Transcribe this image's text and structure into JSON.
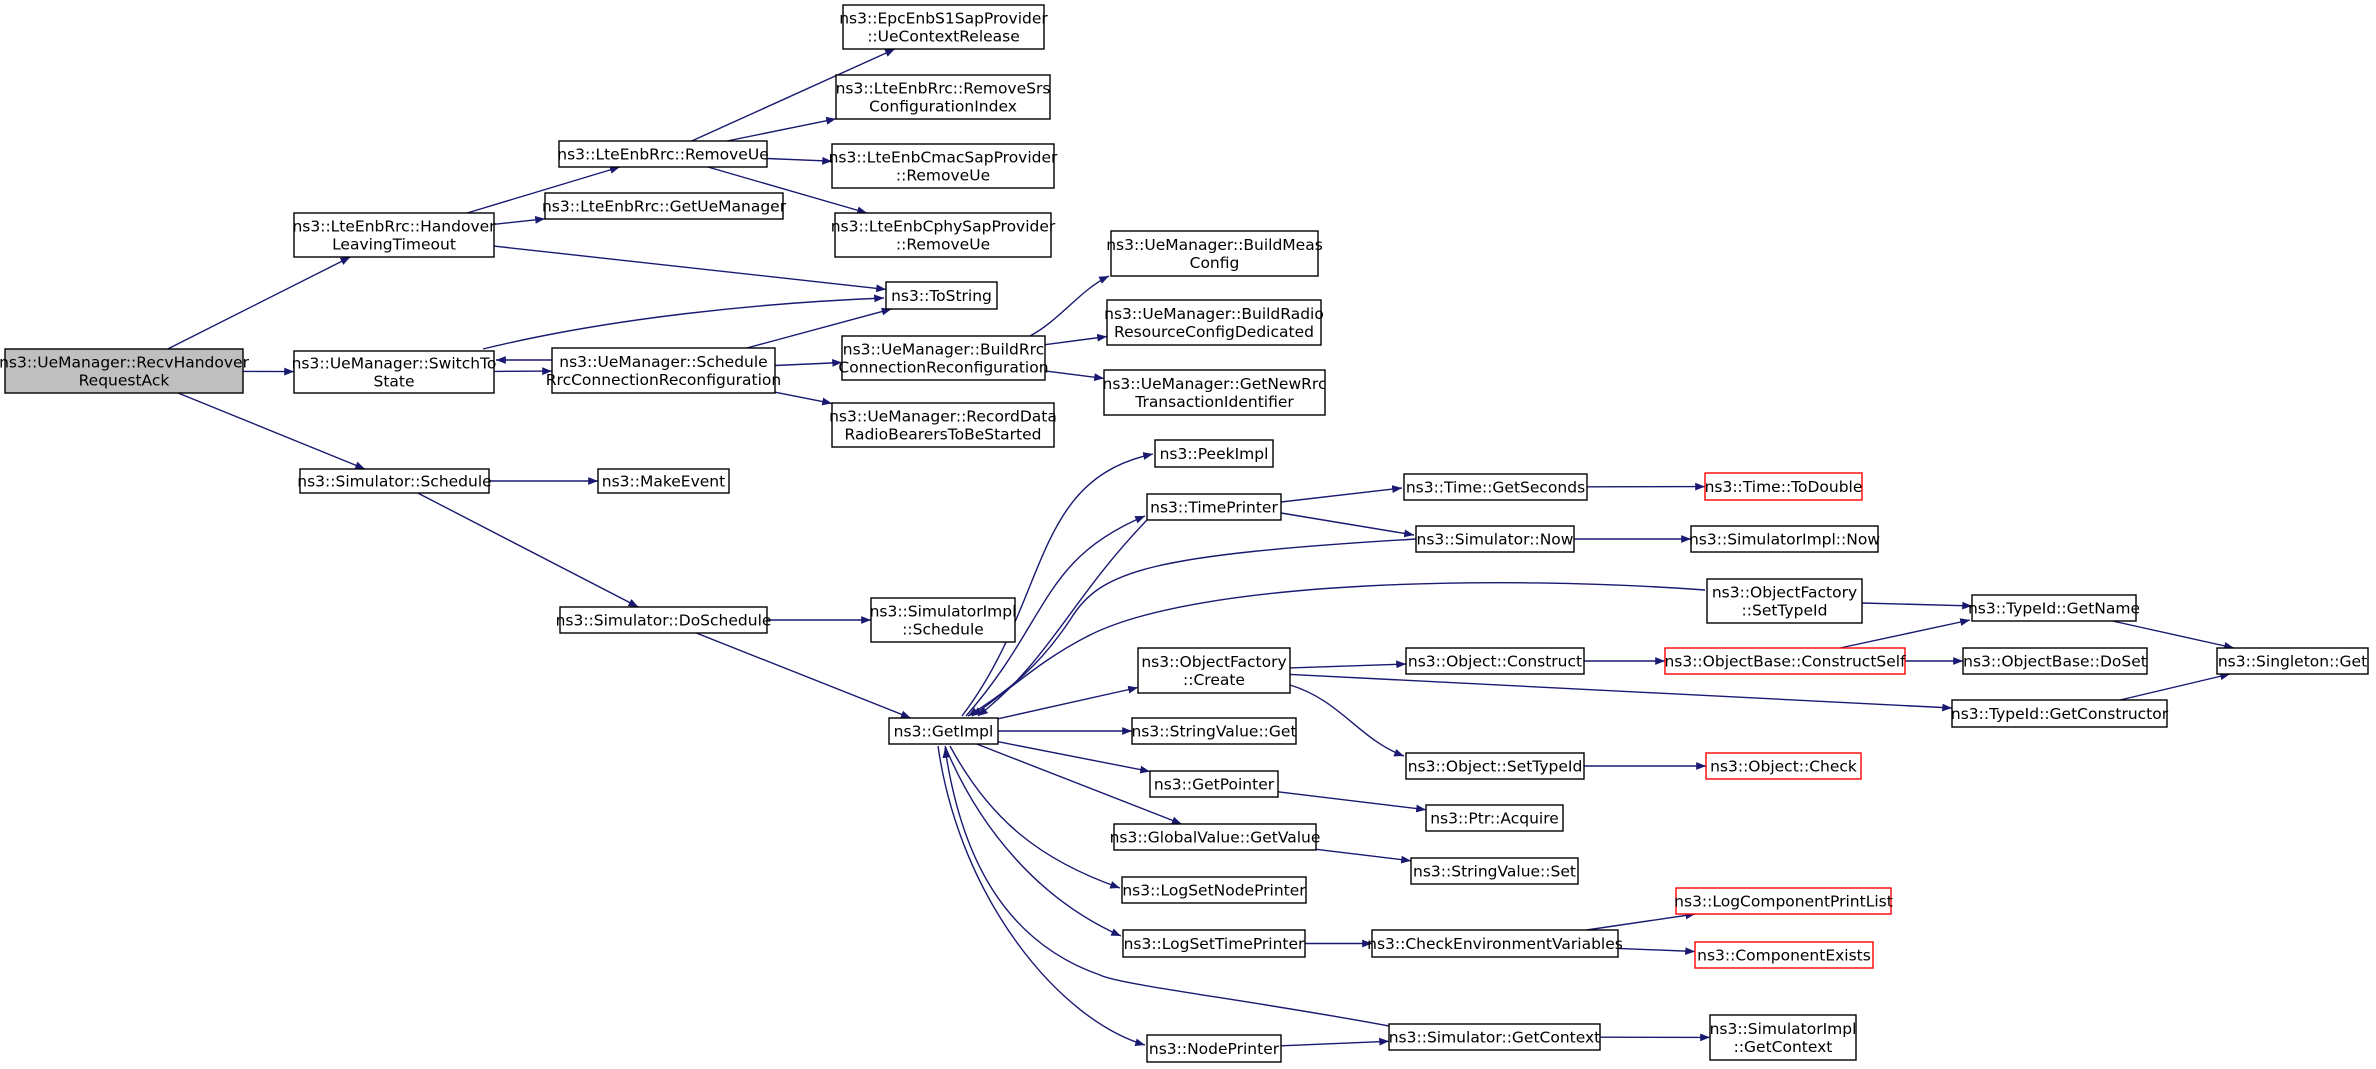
{
  "diagram": {
    "type": "call-graph",
    "colors": {
      "edge": "#191970",
      "node_border": "#000000",
      "root_fill": "#bfbfbf",
      "truncated_border": "#ff0000",
      "background": "#ffffff"
    },
    "nodes": [
      {
        "id": "recv",
        "lines": [
          "ns3::UeManager::RecvHandover",
          "RequestAck"
        ],
        "style": "root"
      },
      {
        "id": "handover",
        "lines": [
          "ns3::LteEnbRrc::Handover",
          "LeavingTimeout"
        ],
        "style": "normal"
      },
      {
        "id": "switch",
        "lines": [
          "ns3::UeManager::SwitchTo",
          "State"
        ],
        "style": "normal"
      },
      {
        "id": "schedule",
        "lines": [
          "ns3::Simulator::Schedule"
        ],
        "style": "normal"
      },
      {
        "id": "removeue",
        "lines": [
          "ns3::LteEnbRrc::RemoveUe"
        ],
        "style": "normal"
      },
      {
        "id": "getuemgr",
        "lines": [
          "ns3::LteEnbRrc::GetUeManager"
        ],
        "style": "normal"
      },
      {
        "id": "tostring",
        "lines": [
          "ns3::ToString"
        ],
        "style": "normal"
      },
      {
        "id": "schedrrc",
        "lines": [
          "ns3::UeManager::Schedule",
          "RrcConnectionReconfiguration"
        ],
        "style": "normal"
      },
      {
        "id": "makeevent",
        "lines": [
          "ns3::MakeEvent"
        ],
        "style": "normal"
      },
      {
        "id": "doschedule",
        "lines": [
          "ns3::Simulator::DoSchedule"
        ],
        "style": "normal"
      },
      {
        "id": "epcrelease",
        "lines": [
          "ns3::EpcEnbS1SapProvider",
          "::UeContextRelease"
        ],
        "style": "normal"
      },
      {
        "id": "removesrs",
        "lines": [
          "ns3::LteEnbRrc::RemoveSrs",
          "ConfigurationIndex"
        ],
        "style": "normal"
      },
      {
        "id": "cmacremove",
        "lines": [
          "ns3::LteEnbCmacSapProvider",
          "::RemoveUe"
        ],
        "style": "normal"
      },
      {
        "id": "cphyremove",
        "lines": [
          "ns3::LteEnbCphySapProvider",
          "::RemoveUe"
        ],
        "style": "normal"
      },
      {
        "id": "buildrrc",
        "lines": [
          "ns3::UeManager::BuildRrc",
          "ConnectionReconfiguration"
        ],
        "style": "normal"
      },
      {
        "id": "recorddata",
        "lines": [
          "ns3::UeManager::RecordData",
          "RadioBearersToBeStarted"
        ],
        "style": "normal"
      },
      {
        "id": "simimplsched",
        "lines": [
          "ns3::SimulatorImpl",
          "::Schedule"
        ],
        "style": "normal"
      },
      {
        "id": "getimpl",
        "lines": [
          "ns3::GetImpl"
        ],
        "style": "normal"
      },
      {
        "id": "buildmeas",
        "lines": [
          "ns3::UeManager::BuildMeas",
          "Config"
        ],
        "style": "normal"
      },
      {
        "id": "buildradio",
        "lines": [
          "ns3::UeManager::BuildRadio",
          "ResourceConfigDedicated"
        ],
        "style": "normal"
      },
      {
        "id": "getnewrrc",
        "lines": [
          "ns3::UeManager::GetNewRrc",
          "TransactionIdentifier"
        ],
        "style": "normal"
      },
      {
        "id": "peekimpl",
        "lines": [
          "ns3::PeekImpl"
        ],
        "style": "normal"
      },
      {
        "id": "timeprinter",
        "lines": [
          "ns3::TimePrinter"
        ],
        "style": "normal"
      },
      {
        "id": "objfactcreate",
        "lines": [
          "ns3::ObjectFactory",
          "::Create"
        ],
        "style": "normal"
      },
      {
        "id": "strvalget",
        "lines": [
          "ns3::StringValue::Get"
        ],
        "style": "normal"
      },
      {
        "id": "getpointer",
        "lines": [
          "ns3::GetPointer"
        ],
        "style": "normal"
      },
      {
        "id": "globalvalget",
        "lines": [
          "ns3::GlobalValue::GetValue"
        ],
        "style": "normal"
      },
      {
        "id": "logsetnode",
        "lines": [
          "ns3::LogSetNodePrinter"
        ],
        "style": "normal"
      },
      {
        "id": "logsettime",
        "lines": [
          "ns3::LogSetTimePrinter"
        ],
        "style": "normal"
      },
      {
        "id": "nodeprinter",
        "lines": [
          "ns3::NodePrinter"
        ],
        "style": "normal"
      },
      {
        "id": "timegetsec",
        "lines": [
          "ns3::Time::GetSeconds"
        ],
        "style": "normal"
      },
      {
        "id": "simnow",
        "lines": [
          "ns3::Simulator::Now"
        ],
        "style": "normal"
      },
      {
        "id": "objconstruct",
        "lines": [
          "ns3::Object::Construct"
        ],
        "style": "normal"
      },
      {
        "id": "objsettypeid",
        "lines": [
          "ns3::Object::SetTypeId"
        ],
        "style": "normal"
      },
      {
        "id": "ptracquire",
        "lines": [
          "ns3::Ptr::Acquire"
        ],
        "style": "normal"
      },
      {
        "id": "strvalset",
        "lines": [
          "ns3::StringValue::Set"
        ],
        "style": "normal"
      },
      {
        "id": "checkenv",
        "lines": [
          "ns3::CheckEnvironmentVariables"
        ],
        "style": "normal"
      },
      {
        "id": "simgetctx",
        "lines": [
          "ns3::Simulator::GetContext"
        ],
        "style": "normal"
      },
      {
        "id": "timetodouble",
        "lines": [
          "ns3::Time::ToDouble"
        ],
        "style": "truncated"
      },
      {
        "id": "simimplnow",
        "lines": [
          "ns3::SimulatorImpl::Now"
        ],
        "style": "normal"
      },
      {
        "id": "objfactsettypeid",
        "lines": [
          "ns3::ObjectFactory",
          "::SetTypeId"
        ],
        "style": "normal"
      },
      {
        "id": "objbaseconstruct",
        "lines": [
          "ns3::ObjectBase::ConstructSelf"
        ],
        "style": "truncated"
      },
      {
        "id": "objectcheck",
        "lines": [
          "ns3::Object::Check"
        ],
        "style": "truncated"
      },
      {
        "id": "logcompprint",
        "lines": [
          "ns3::LogComponentPrintList"
        ],
        "style": "truncated"
      },
      {
        "id": "compexists",
        "lines": [
          "ns3::ComponentExists"
        ],
        "style": "truncated"
      },
      {
        "id": "simimplgetctx",
        "lines": [
          "ns3::SimulatorImpl",
          "::GetContext"
        ],
        "style": "normal"
      },
      {
        "id": "typeidgetname",
        "lines": [
          "ns3::TypeId::GetName"
        ],
        "style": "normal"
      },
      {
        "id": "objbasedoset",
        "lines": [
          "ns3::ObjectBase::DoSet"
        ],
        "style": "normal"
      },
      {
        "id": "typeidgetctor",
        "lines": [
          "ns3::TypeId::GetConstructor"
        ],
        "style": "normal"
      },
      {
        "id": "singletonget",
        "lines": [
          "ns3::Singleton::Get"
        ],
        "style": "normal"
      }
    ],
    "edges": [
      [
        "recv",
        "handover"
      ],
      [
        "recv",
        "switch"
      ],
      [
        "recv",
        "schedule"
      ],
      [
        "handover",
        "removeue"
      ],
      [
        "handover",
        "getuemgr"
      ],
      [
        "handover",
        "tostring"
      ],
      [
        "removeue",
        "epcrelease"
      ],
      [
        "removeue",
        "removesrs"
      ],
      [
        "removeue",
        "cmacremove"
      ],
      [
        "removeue",
        "cphyremove"
      ],
      [
        "switch",
        "tostring"
      ],
      [
        "switch",
        "schedrrc"
      ],
      [
        "schedrrc",
        "switch"
      ],
      [
        "schedrrc",
        "tostring"
      ],
      [
        "schedrrc",
        "buildrrc"
      ],
      [
        "schedrrc",
        "recorddata"
      ],
      [
        "buildrrc",
        "buildmeas"
      ],
      [
        "buildrrc",
        "buildradio"
      ],
      [
        "buildrrc",
        "getnewrrc"
      ],
      [
        "schedule",
        "makeevent"
      ],
      [
        "schedule",
        "doschedule"
      ],
      [
        "doschedule",
        "simimplsched"
      ],
      [
        "doschedule",
        "getimpl"
      ],
      [
        "getimpl",
        "peekimpl"
      ],
      [
        "getimpl",
        "timeprinter"
      ],
      [
        "getimpl",
        "objfactcreate"
      ],
      [
        "getimpl",
        "strvalget"
      ],
      [
        "getimpl",
        "getpointer"
      ],
      [
        "getimpl",
        "globalvalget"
      ],
      [
        "getimpl",
        "logsetnode"
      ],
      [
        "getimpl",
        "logsettime"
      ],
      [
        "getimpl",
        "nodeprinter"
      ],
      [
        "timeprinter",
        "getimpl"
      ],
      [
        "timeprinter",
        "timegetsec"
      ],
      [
        "timeprinter",
        "simnow"
      ],
      [
        "simnow",
        "getimpl"
      ],
      [
        "simnow",
        "simimplnow"
      ],
      [
        "timegetsec",
        "timetodouble"
      ],
      [
        "objfactsettypeid",
        "getimpl"
      ],
      [
        "objfactsettypeid",
        "typeidgetname"
      ],
      [
        "objfactcreate",
        "objconstruct"
      ],
      [
        "objfactcreate",
        "objsettypeid"
      ],
      [
        "objfactcreate",
        "typeidgetctor"
      ],
      [
        "objconstruct",
        "objbaseconstruct"
      ],
      [
        "objbaseconstruct",
        "typeidgetname"
      ],
      [
        "objbaseconstruct",
        "objbasedoset"
      ],
      [
        "typeidgetname",
        "singletonget"
      ],
      [
        "typeidgetctor",
        "singletonget"
      ],
      [
        "objsettypeid",
        "objectcheck"
      ],
      [
        "getpointer",
        "ptracquire"
      ],
      [
        "globalvalget",
        "strvalset"
      ],
      [
        "logsettime",
        "checkenv"
      ],
      [
        "checkenv",
        "logcompprint"
      ],
      [
        "checkenv",
        "compexists"
      ],
      [
        "nodeprinter",
        "simgetctx"
      ],
      [
        "simgetctx",
        "getimpl"
      ],
      [
        "simgetctx",
        "simimplgetctx"
      ]
    ]
  }
}
